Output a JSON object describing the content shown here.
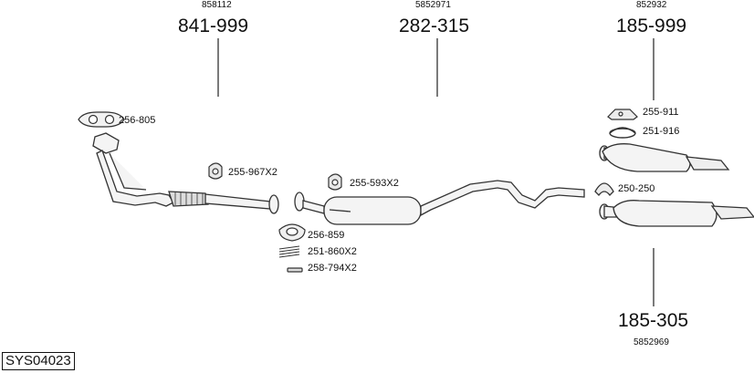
{
  "diagram": {
    "system_code": "SYS04023",
    "assemblies": [
      {
        "id": "front",
        "ref": "858112",
        "code": "841-999"
      },
      {
        "id": "middle",
        "ref": "5852971",
        "code": "282-315"
      },
      {
        "id": "rear-upper",
        "ref": "852932",
        "code": "185-999"
      },
      {
        "id": "rear-lower",
        "ref": "5852969",
        "code": "185-305"
      }
    ],
    "parts": [
      {
        "id": "gasket-front",
        "code": "256-805"
      },
      {
        "id": "rubber-mount-1",
        "code": "255-967X2"
      },
      {
        "id": "rubber-mount-2",
        "code": "255-593X2"
      },
      {
        "id": "flange-gasket",
        "code": "256-859"
      },
      {
        "id": "springs",
        "code": "251-860X2"
      },
      {
        "id": "bolts",
        "code": "258-794X2"
      },
      {
        "id": "bracket",
        "code": "255-911"
      },
      {
        "id": "clamp",
        "code": "251-916"
      },
      {
        "id": "clamp-2",
        "code": "250-250"
      }
    ]
  }
}
